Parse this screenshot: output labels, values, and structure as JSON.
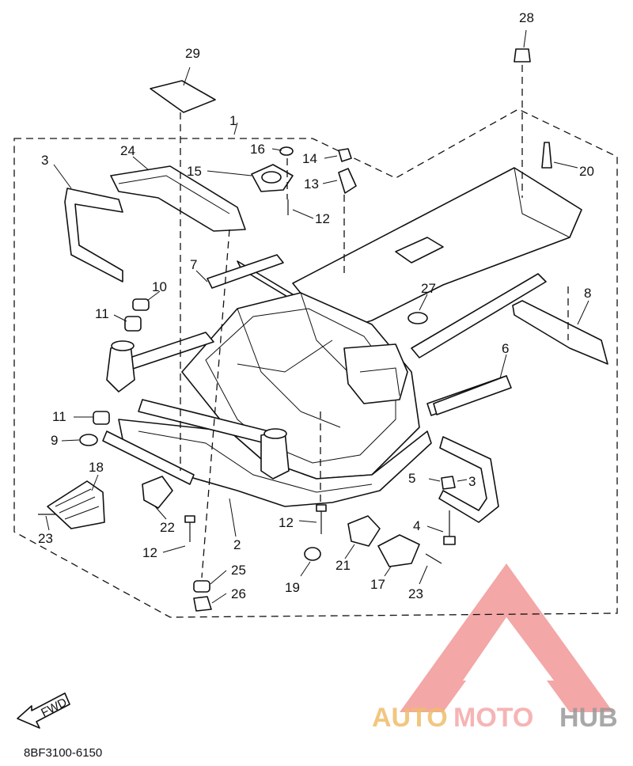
{
  "diagram": {
    "code": "8BF3100-6150",
    "fwd_label": "FWD",
    "callouts": [
      "1",
      "2",
      "3",
      "3",
      "4",
      "5",
      "6",
      "7",
      "8",
      "9",
      "10",
      "11",
      "11",
      "12",
      "12",
      "12",
      "13",
      "14",
      "15",
      "16",
      "17",
      "18",
      "19",
      "20",
      "21",
      "22",
      "23",
      "23",
      "24",
      "25",
      "26",
      "27",
      "28",
      "29"
    ]
  },
  "watermark": {
    "auto": "AUTO",
    "moto": "MOTO",
    "hub": "HUB",
    "colors": {
      "auto": "#f0bd6a",
      "moto": "#f5a8a8",
      "hub": "#9a9a9a",
      "logo": "#f08a8a"
    }
  }
}
